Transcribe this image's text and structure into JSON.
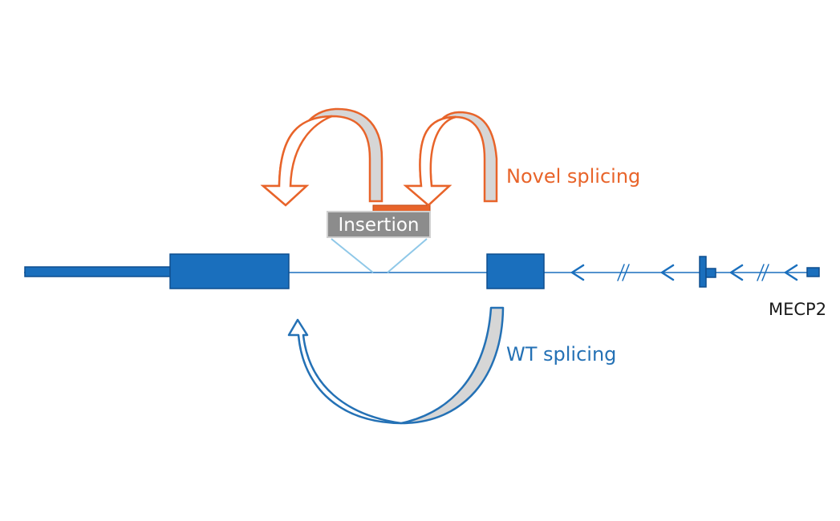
{
  "labels": {
    "novel_splicing": "Novel splicing",
    "wt_splicing": "WT splicing",
    "insertion": "Insertion",
    "gene": "MECP2"
  },
  "colors": {
    "exon_blue": "#1a6fbd",
    "exon_border": "#0e4f8f",
    "novel_orange": "#e8642a",
    "wt_blue": "#2471b5",
    "arrow_fill_gray": "#d9d9d9",
    "insertion_box": "#8c8c8c",
    "insertion_text": "#ffffff",
    "insertion_lines": "#8fc8e8",
    "gene_label": "#1a1a1a"
  }
}
